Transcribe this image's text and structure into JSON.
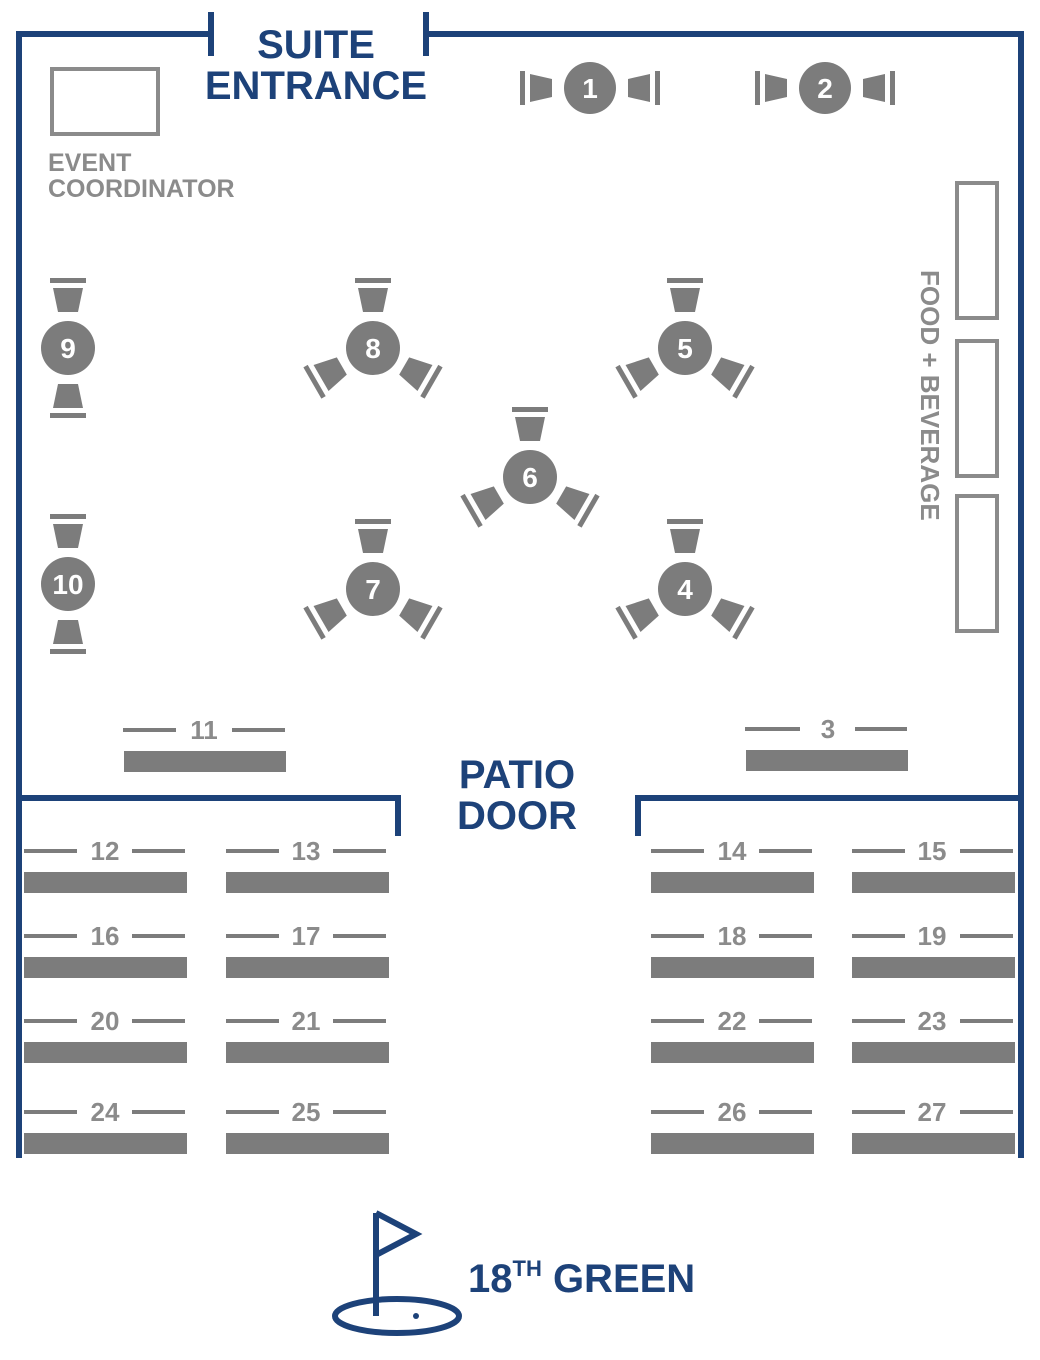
{
  "colors": {
    "wall": "#1d4279",
    "furniture": "#7c7c7c",
    "label": "#8b8b8b"
  },
  "labels": {
    "entrance_line1": "SUITE",
    "entrance_line2": "ENTRANCE",
    "coordinator_line1": "EVENT",
    "coordinator_line2": "COORDINATOR",
    "food": "FOOD + BEVERAGE",
    "patio_line1": "PATIO",
    "patio_line2": "DOOR",
    "green_main": "18",
    "green_sup": "TH",
    "green_rest": " GREEN"
  },
  "tables": {
    "t1": "1",
    "t2": "2",
    "t4": "4",
    "t5": "5",
    "t6": "6",
    "t7": "7",
    "t8": "8",
    "t9": "9",
    "t10": "10",
    "t3": "3",
    "t11": "11",
    "t12": "12",
    "t13": "13",
    "t14": "14",
    "t15": "15",
    "t16": "16",
    "t17": "17",
    "t18": "18",
    "t19": "19",
    "t20": "20",
    "t21": "21",
    "t22": "22",
    "t23": "23",
    "t24": "24",
    "t25": "25",
    "t26": "26",
    "t27": "27"
  },
  "icons": {
    "green": "golf-flag-icon"
  }
}
